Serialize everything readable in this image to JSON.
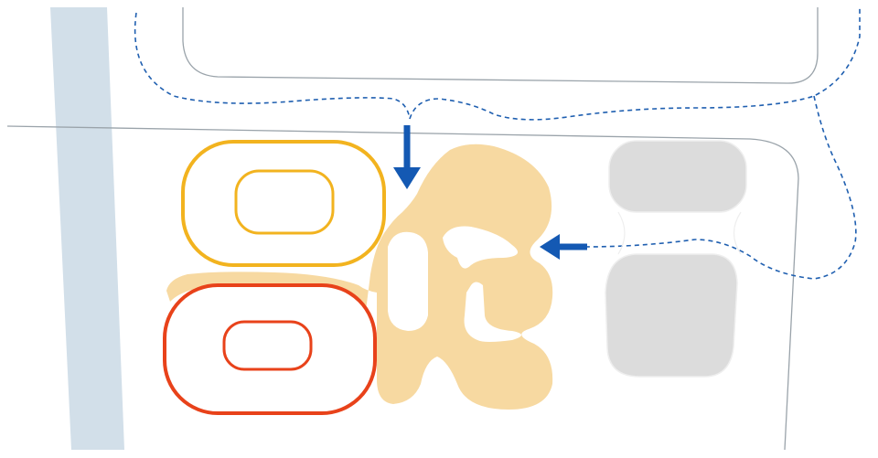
{
  "diagram": {
    "labels": [],
    "colors": {
      "background": "#ffffff",
      "river": "#d2dfe9",
      "road_outline": "#9aa3aa",
      "path_dashed": "#1f5fb0",
      "arrow": "#1459b3",
      "building_cluster": "#f7d9a1",
      "stadium_yellow": "#f2b31f",
      "stadium_red": "#e8421a",
      "parking": "#dcdcdc"
    },
    "elements": [
      "river",
      "road-outline-top",
      "road-outline-main",
      "dashed-access-path",
      "entry-arrow-north",
      "entry-arrow-east",
      "building-cluster",
      "stadium-yellow",
      "stadium-red",
      "parking-lot-top",
      "parking-lot-bottom"
    ]
  }
}
